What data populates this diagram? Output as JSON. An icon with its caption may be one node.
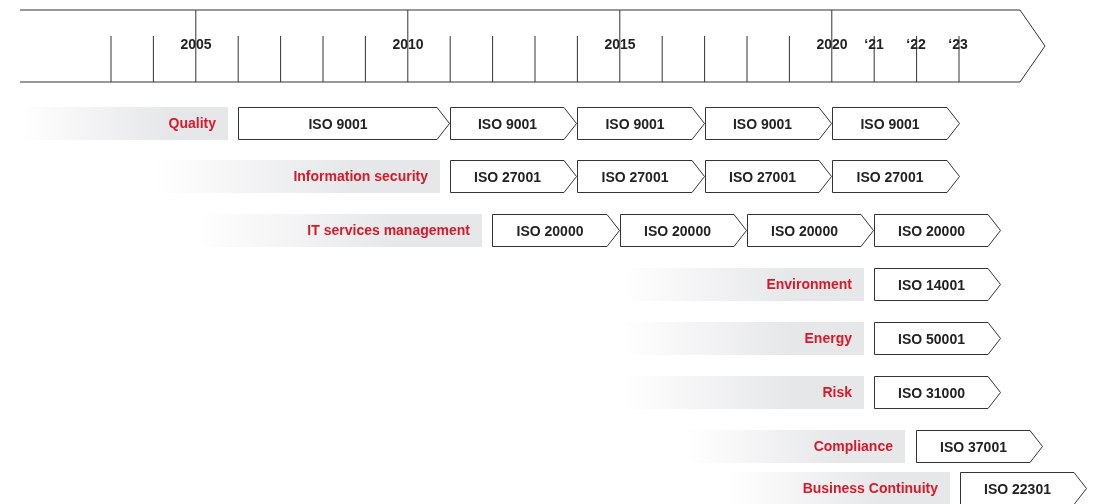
{
  "diagram": {
    "nodes": [
      {
        "text": [
          "Quality"
        ]
      },
      {
        "text": [
          "ISO 9001"
        ]
      },
      {
        "text": [
          "ISO 9001"
        ]
      },
      {
        "text": [
          "ISO 9001"
        ]
      },
      {
        "text": [
          "ISO 9001"
        ]
      },
      {
        "text": [
          "ISO 9001"
        ]
      },
      {
        "text": [
          "Information security"
        ]
      },
      {
        "text": [
          "ISO 27001"
        ]
      },
      {
        "text": [
          "ISO 27001"
        ]
      },
      {
        "text": [
          "ISO 27001"
        ]
      },
      {
        "text": [
          "ISO 27001"
        ]
      },
      {
        "text": [
          "IT services management"
        ]
      },
      {
        "text": [
          "ISO 20000"
        ]
      },
      {
        "text": [
          "ISO 20000"
        ]
      },
      {
        "text": [
          "ISO 20000"
        ]
      },
      {
        "text": [
          "ISO 20000"
        ]
      },
      {
        "text": [
          "Environment"
        ]
      },
      {
        "text": [
          "ISO 14001"
        ]
      },
      {
        "text": [
          "Energy"
        ]
      },
      {
        "text": [
          "ISO 50001"
        ]
      },
      {
        "text": [
          "Risk"
        ]
      },
      {
        "text": [
          "ISO 31000"
        ]
      },
      {
        "text": [
          "Compliance"
        ]
      },
      {
        "text": [
          "ISO 37001"
        ]
      },
      {
        "text": [
          "Business Continuity"
        ]
      },
      {
        "text": [
          "ISO 22301"
        ]
      }
    ],
    "edges": [],
    "labels": [
      "2005",
      "2010",
      "2015",
      "2020",
      "‘21",
      "‘22",
      "‘23"
    ]
  }
}
